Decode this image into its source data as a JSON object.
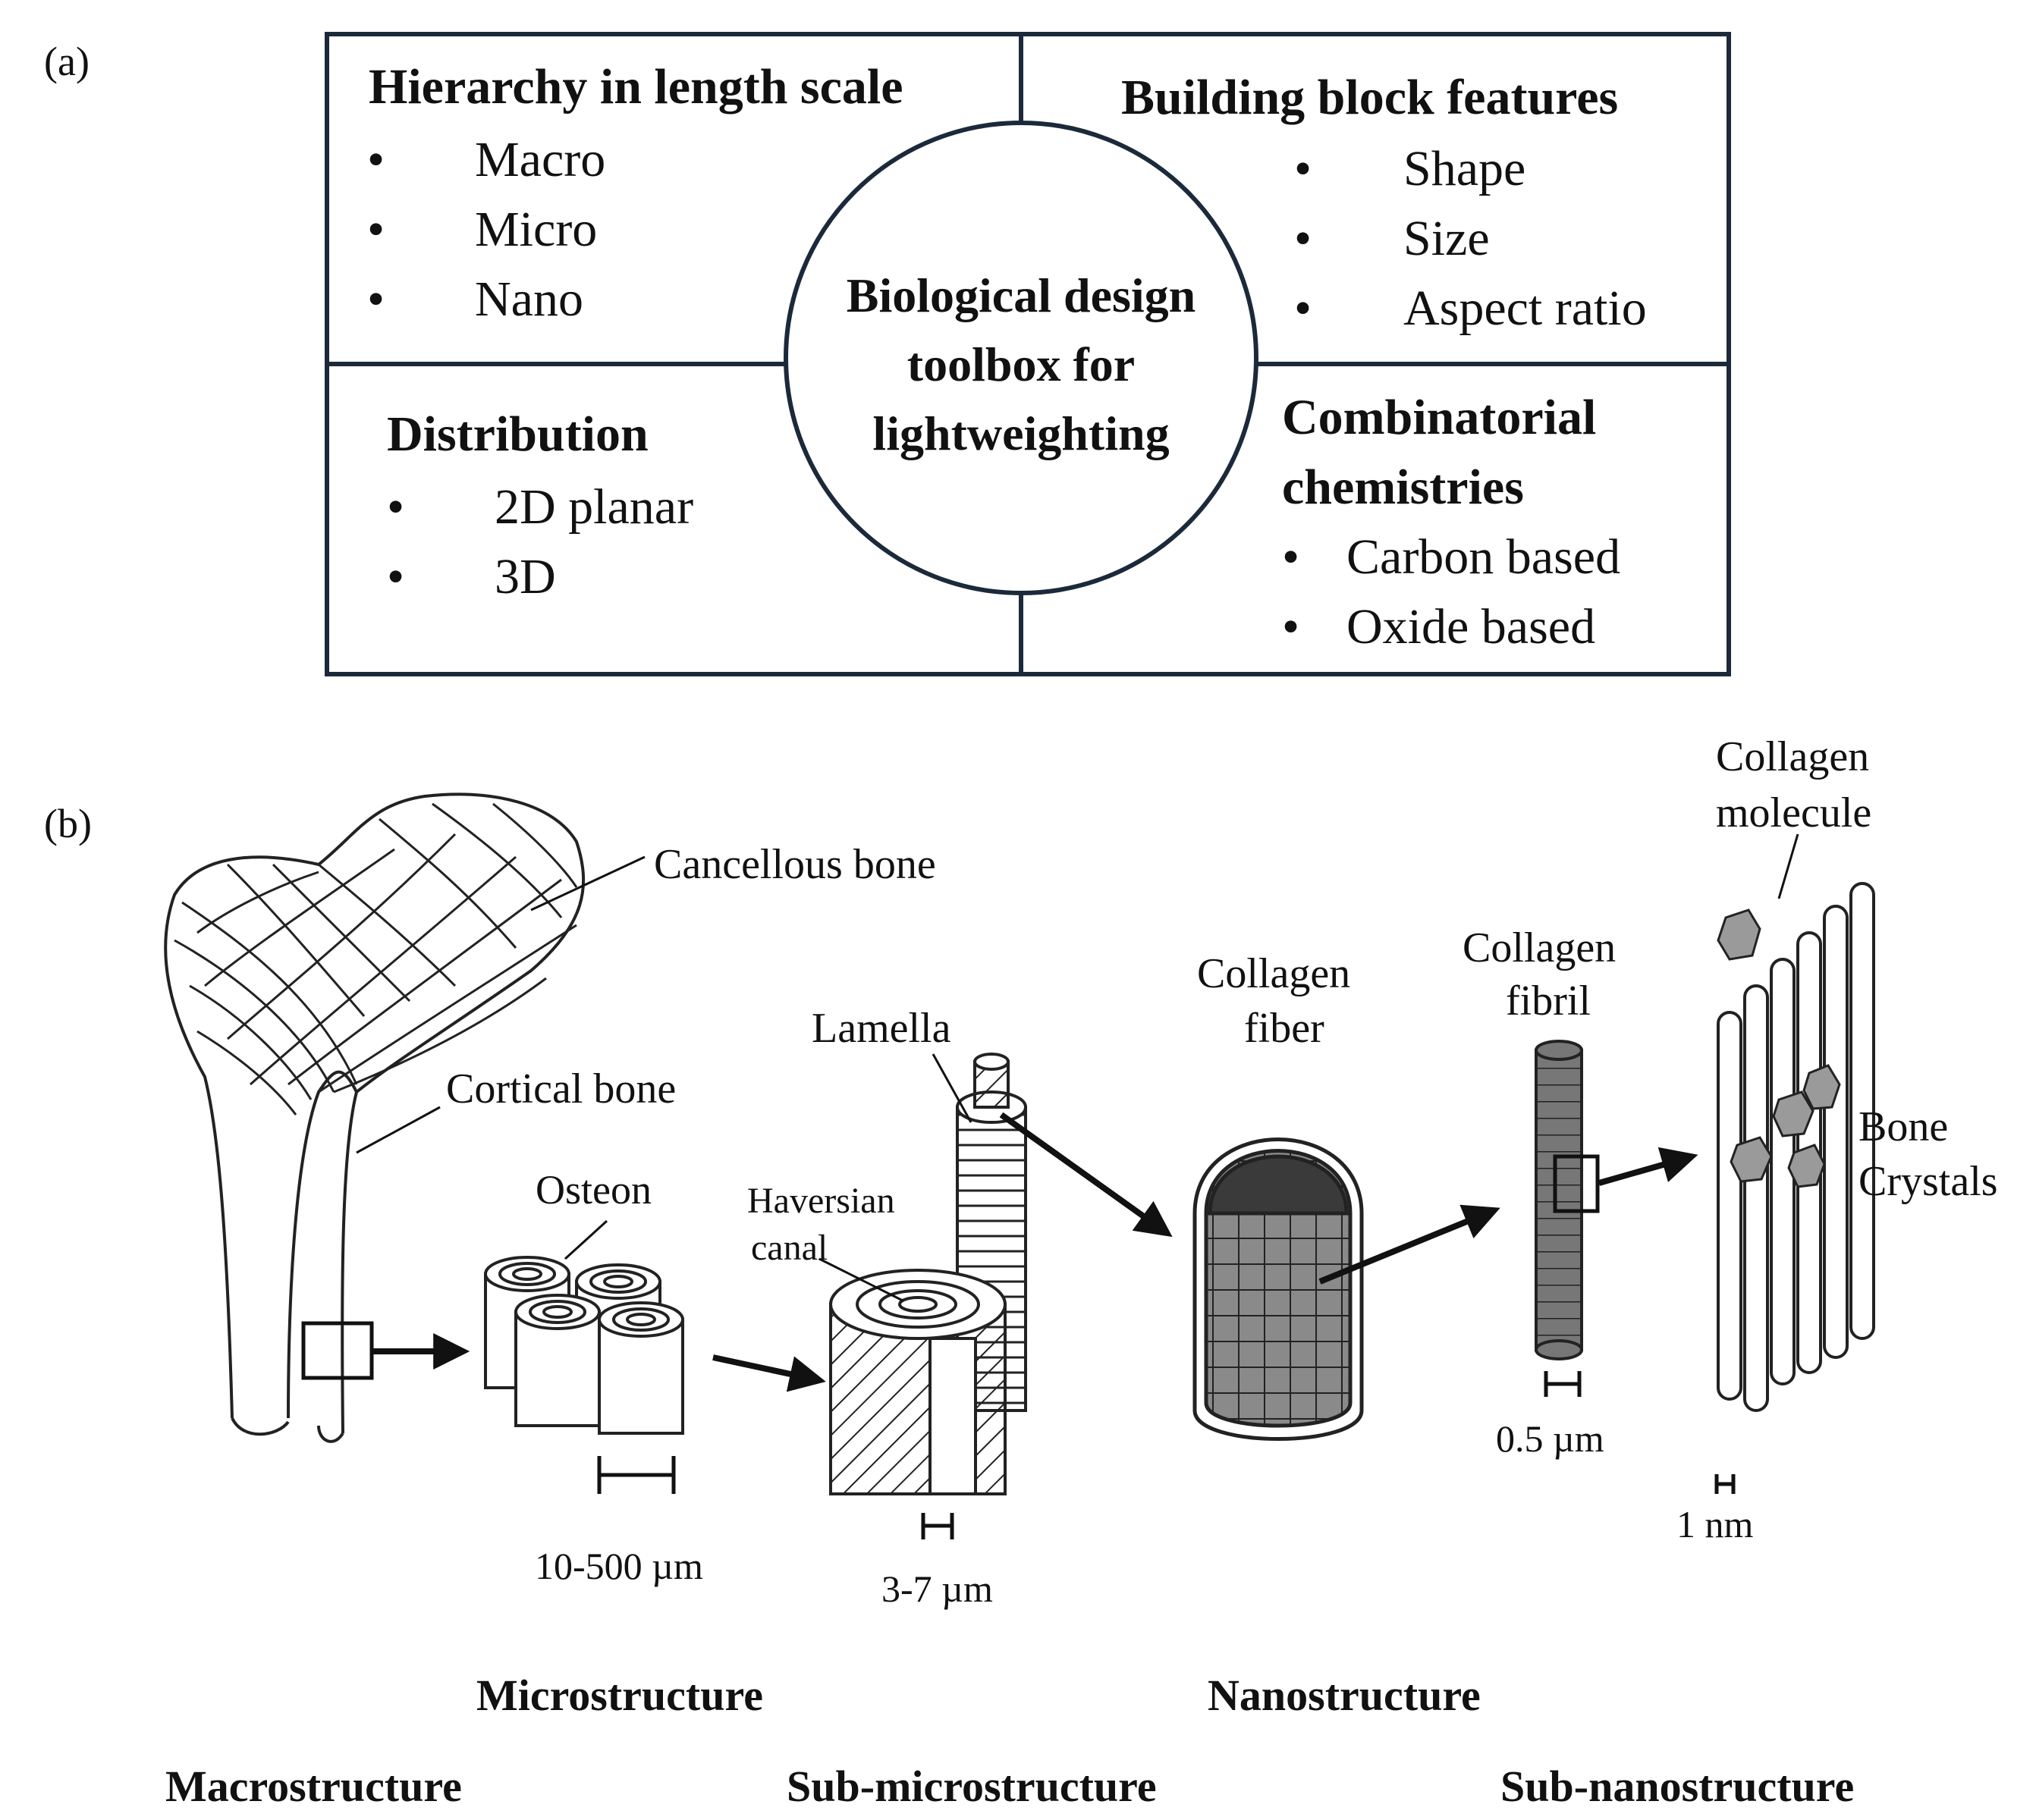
{
  "panel_a": {
    "label": "(a)",
    "center_title": [
      "Biological design",
      "toolbox for",
      "lightweighting"
    ],
    "quadrants": {
      "top_left": {
        "title": [
          "Hierarchy in length scale"
        ],
        "bullet": "•",
        "items": [
          "Macro",
          "Micro",
          "Nano"
        ]
      },
      "top_right": {
        "title": [
          "Building block features"
        ],
        "bullet": "•",
        "items": [
          "Shape",
          "Size",
          "Aspect ratio"
        ]
      },
      "bottom_left": {
        "title": [
          "Distribution"
        ],
        "bullet": "•",
        "items": [
          "2D planar",
          "3D"
        ]
      },
      "bottom_right": {
        "title": [
          "Combinatorial",
          "chemistries"
        ],
        "bullet": "•",
        "items": [
          "Carbon based",
          "Oxide based"
        ]
      }
    },
    "colors": {
      "frame": "#1b2a3a"
    }
  },
  "panel_b": {
    "label": "(b)",
    "labels": {
      "cancellous": "Cancellous bone",
      "cortical": "Cortical bone",
      "osteon": "Osteon",
      "haversian": [
        "Haversian",
        "canal"
      ],
      "lamella": "Lamella",
      "collagen_fiber": [
        "Collagen",
        "fiber"
      ],
      "collagen_fibril": [
        "Collagen",
        "fibril"
      ],
      "collagen_molecule": [
        "Collagen",
        "molecule"
      ],
      "bone_crystals": [
        "Bone",
        "Crystals"
      ]
    },
    "scales": [
      "10-500 µm",
      "3-7 µm",
      "0.5 µm",
      "1 nm"
    ],
    "levels": {
      "macro": "Macrostructure",
      "micro": "Microstructure",
      "submicro": "Sub-microstructure",
      "nano": "Nanostructure",
      "subnano": "Sub-nanostructure"
    }
  }
}
